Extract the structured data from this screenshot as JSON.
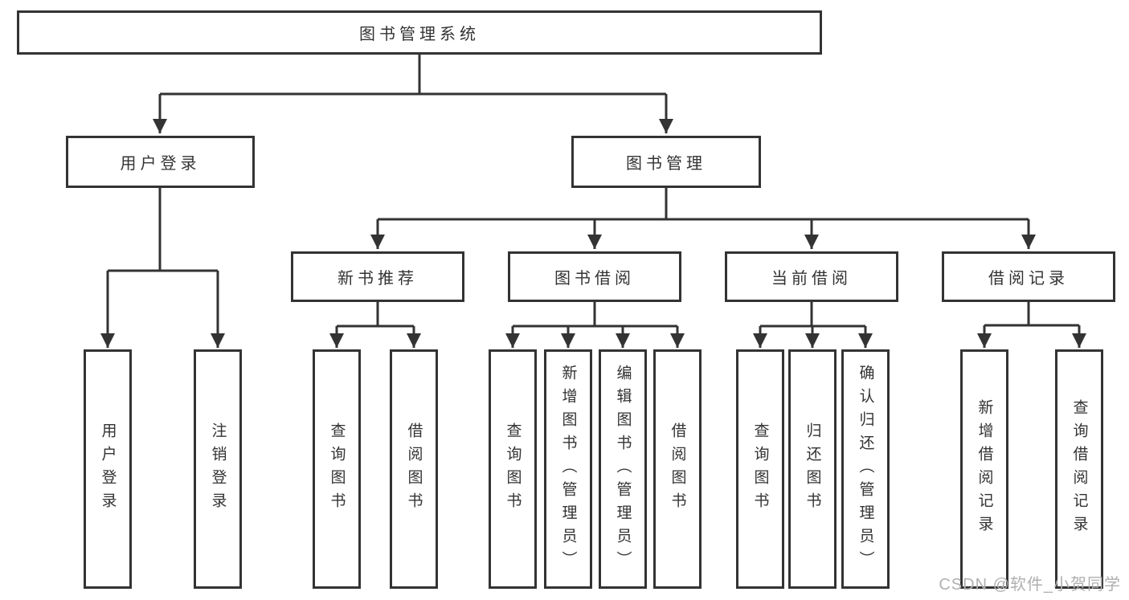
{
  "diagram": {
    "root": {
      "label": "图书管理系统"
    },
    "user_login": {
      "label": "用户登录",
      "children": {
        "login": {
          "label": "用户登录"
        },
        "logout": {
          "label": "注销登录"
        }
      }
    },
    "book_management": {
      "label": "图书管理",
      "children": {
        "new_book_recommend": {
          "label": "新书推荐",
          "children": {
            "query_books": {
              "label": "查询图书"
            },
            "borrow_books": {
              "label": "借阅图书"
            }
          }
        },
        "book_borrow": {
          "label": "图书借阅",
          "children": {
            "query_books": {
              "label": "查询图书"
            },
            "add_books": {
              "label": "新增图书（管理员）"
            },
            "edit_books": {
              "label": "编辑图书（管理员）"
            },
            "borrow_books": {
              "label": "借阅图书"
            }
          }
        },
        "current_borrow": {
          "label": "当前借阅",
          "children": {
            "query_books": {
              "label": "查询图书"
            },
            "return_books": {
              "label": "归还图书"
            },
            "confirm_return": {
              "label": "确认归还（管理员）"
            }
          }
        },
        "borrow_records": {
          "label": "借阅记录",
          "children": {
            "add_record": {
              "label": "新增借阅记录"
            },
            "query_record": {
              "label": "查询借阅记录"
            }
          }
        }
      }
    }
  },
  "watermark": {
    "text": "CSDN @软件_小贺同学"
  },
  "colors": {
    "line": "#333333",
    "text": "#333333",
    "watermark": "#b0b0b0",
    "background": "#ffffff"
  }
}
